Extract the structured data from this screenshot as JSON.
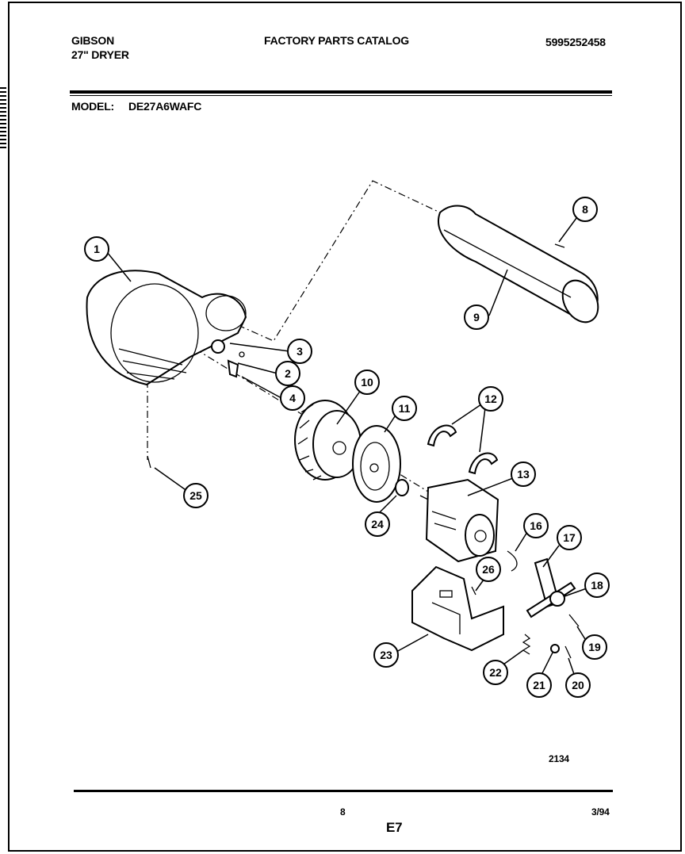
{
  "header": {
    "brand": "GIBSON",
    "product": "27\" DRYER",
    "catalog_title": "FACTORY PARTS CATALOG",
    "catalog_number": "5995252458"
  },
  "model": {
    "label": "MODEL:",
    "value": "DE27A6WAFC"
  },
  "callouts": [
    "1",
    "2",
    "3",
    "4",
    "8",
    "9",
    "10",
    "11",
    "12",
    "13",
    "16",
    "17",
    "18",
    "19",
    "20",
    "21",
    "22",
    "23",
    "24",
    "25",
    "26"
  ],
  "diagram_code": "2134",
  "footer": {
    "page_number": "8",
    "section": "E7",
    "date": "3/94"
  }
}
